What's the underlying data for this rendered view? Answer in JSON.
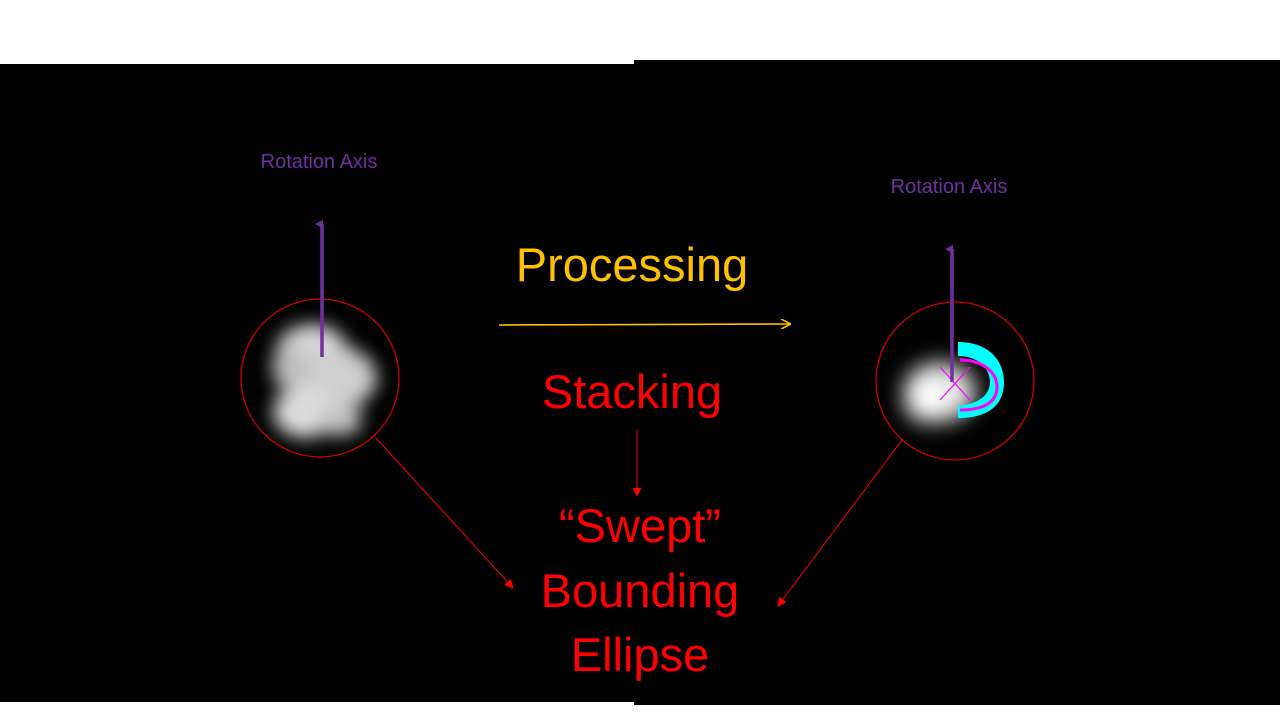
{
  "left_label": "Rotation Axis",
  "right_label": "Rotation Axis",
  "processing": "Processing",
  "stacking": "Stacking",
  "result": [
    "“Swept”",
    "Bounding",
    "Ellipse"
  ],
  "colors": {
    "axis": "#7030a0",
    "processing": "#ffc000",
    "red": "#ff0000",
    "cyan": "#00ffff",
    "magenta": "#ff00ff"
  }
}
